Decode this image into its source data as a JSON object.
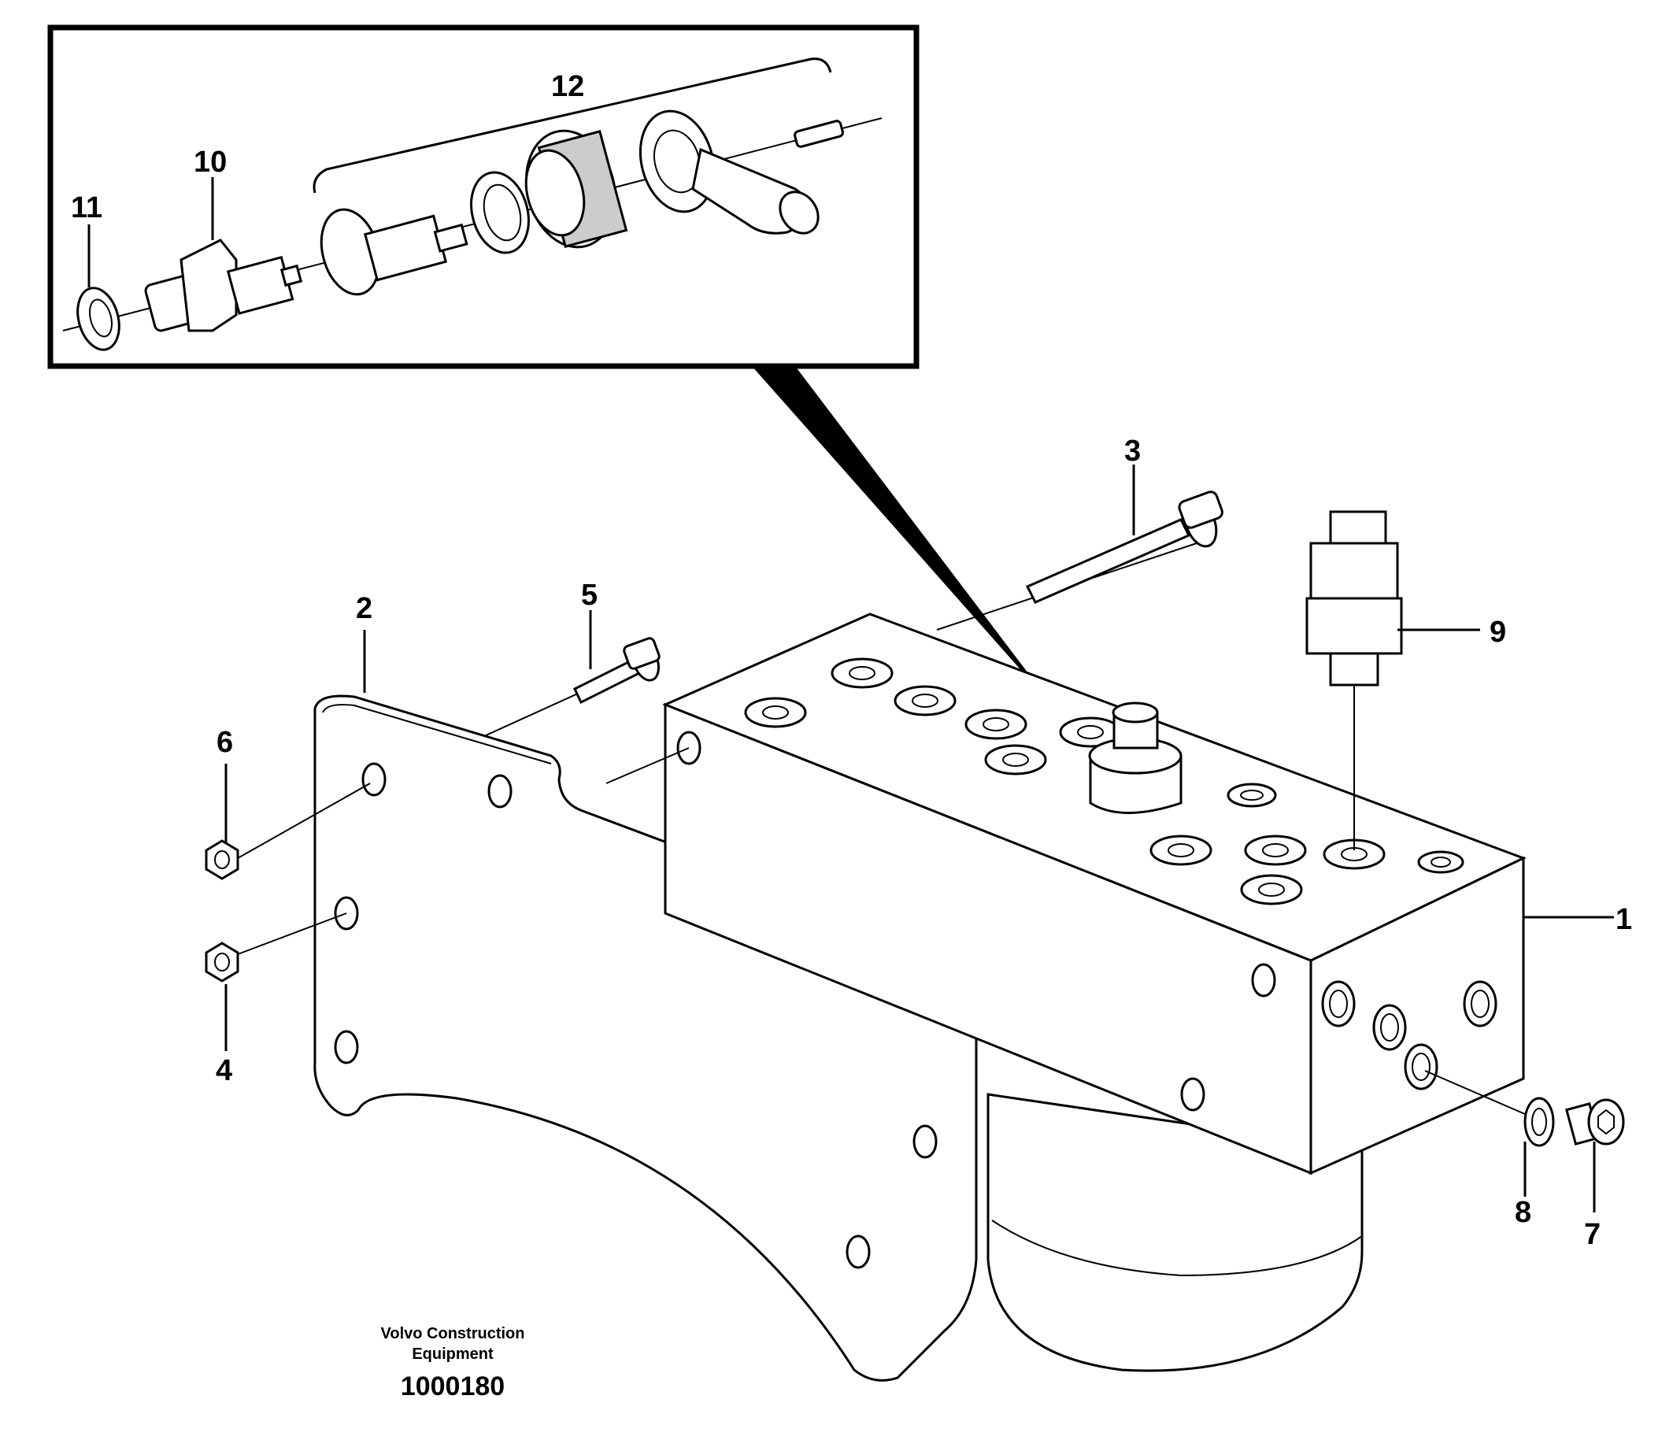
{
  "callouts": {
    "c1": "1",
    "c2": "2",
    "c3": "3",
    "c4": "4",
    "c5": "5",
    "c6": "6",
    "c7": "7",
    "c8": "8",
    "c9": "9",
    "c10": "10",
    "c11": "11",
    "c12": "12"
  },
  "caption": {
    "line1": "Volvo Construction",
    "line2": "Equipment",
    "number": "1000180"
  }
}
